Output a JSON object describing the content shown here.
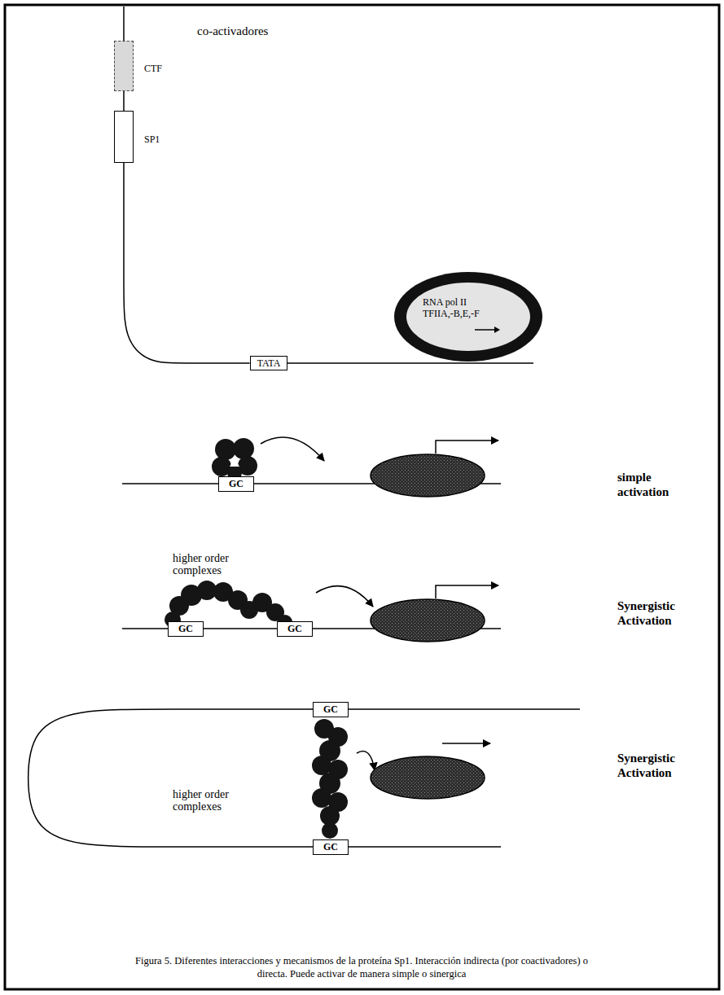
{
  "diagram": {
    "caption": "Figura 5. Diferentes interacciones y mecanismos de la proteína Sp1. Interacción indirecta (por coactivadores) o directa. Puede activar de manera simple o sinergica",
    "nodes": [
      {
        "text": [
          "CTF"
        ]
      },
      {
        "text": [
          "SP1"
        ]
      },
      {
        "text": [
          "RNA pol II TFIIA,-B,E,-F"
        ]
      },
      {
        "text": [
          "TATA"
        ]
      },
      {
        "text": [
          "GC"
        ]
      },
      {
        "text": [
          "GC"
        ]
      },
      {
        "text": [
          "GC"
        ]
      },
      {
        "text": [
          "GC"
        ]
      },
      {
        "text": [
          "GC"
        ]
      }
    ],
    "edges": [
      {
        "from": 0,
        "to": 1,
        "arrow": "none"
      },
      {
        "from": 1,
        "to": 3,
        "arrow": "none"
      },
      {
        "from": 5,
        "to": 6,
        "arrow": "none"
      },
      {
        "from": 7,
        "to": 8,
        "arrow": "none"
      }
    ],
    "labels": [
      "co-activadores",
      "simple activation",
      "higher order complexes",
      "Synergistic Activation",
      "Synergistic Activation",
      "higher order complexes"
    ]
  }
}
